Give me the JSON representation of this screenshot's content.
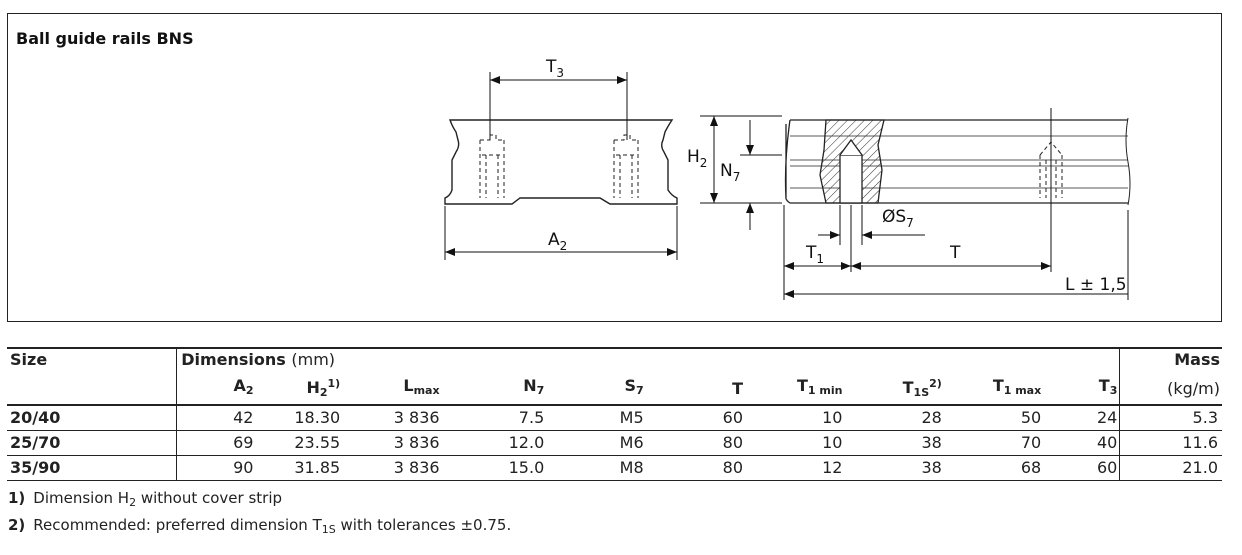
{
  "title": "Ball guide rails BNS",
  "drawing_labels": {
    "t3": "T",
    "t3_sub": "3",
    "a2": "A",
    "a2_sub": "2",
    "h2": "H",
    "h2_sub": "2",
    "n7": "N",
    "n7_sub": "7",
    "s7": "ØS",
    "s7_sub": "7",
    "t1": "T",
    "t1_sub": "1",
    "t": "T",
    "l": "L ± 1,5"
  },
  "table": {
    "size_header": "Size",
    "dimensions_header": "Dimensions",
    "unit": "(mm)",
    "mass_header": "Mass",
    "mass_unit": "(kg/m)",
    "columns": [
      {
        "base": "A",
        "sub": "2",
        "sup": ""
      },
      {
        "base": "H",
        "sub": "2",
        "sup": "1)"
      },
      {
        "base": "L",
        "sub": "max",
        "sup": ""
      },
      {
        "base": "N",
        "sub": "7",
        "sup": ""
      },
      {
        "base": "S",
        "sub": "7",
        "sup": ""
      },
      {
        "base": "T",
        "sub": "",
        "sup": ""
      },
      {
        "base": "T",
        "sub": "1 min",
        "sup": ""
      },
      {
        "base": "T",
        "sub": "1S",
        "sup": "2)"
      },
      {
        "base": "T",
        "sub": "1 max",
        "sup": ""
      },
      {
        "base": "T",
        "sub": "3",
        "sup": ""
      }
    ],
    "rows": [
      {
        "size": "20/40",
        "values": [
          "42",
          "18.30",
          "3 836",
          "7.5",
          "M5",
          "60",
          "10",
          "28",
          "50",
          "24"
        ],
        "mass": "5.3"
      },
      {
        "size": "25/70",
        "values": [
          "69",
          "23.55",
          "3 836",
          "12.0",
          "M6",
          "80",
          "10",
          "38",
          "70",
          "40"
        ],
        "mass": "11.6"
      },
      {
        "size": "35/90",
        "values": [
          "90",
          "31.85",
          "3 836",
          "15.0",
          "M8",
          "80",
          "12",
          "38",
          "68",
          "60"
        ],
        "mass": "21.0"
      }
    ]
  },
  "footnotes": [
    {
      "marker": "1)",
      "pre": "Dimension H",
      "sub": "2",
      "post": " without cover strip"
    },
    {
      "marker": "2)",
      "pre": "Recommended: preferred dimension T",
      "sub": "1S",
      "post": " with tolerances ±0.75."
    }
  ]
}
